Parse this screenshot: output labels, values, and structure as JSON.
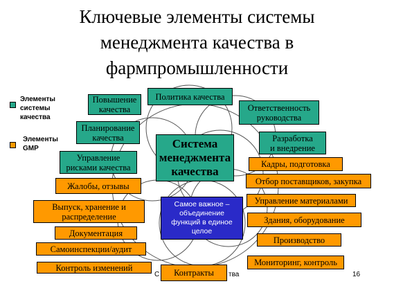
{
  "title": {
    "line1": "Ключевые элементы системы",
    "line2": "менеджмента качества в",
    "line3": "фармпромышленности"
  },
  "legend": {
    "quality": [
      "Элементы",
      "системы",
      "качества"
    ],
    "gmp": [
      "Элементы",
      "GMP"
    ]
  },
  "colors": {
    "teal": "#26a88a",
    "orange": "#ff9900",
    "blue": "#2a2ac8"
  },
  "center": [
    "Система",
    "менеджмента",
    "качества"
  ],
  "core": [
    "Самое важное –",
    "объединение",
    "функций  в единое",
    "целое"
  ],
  "quality_elements": {
    "policy": "Политика качества",
    "improvement": [
      "Повышение",
      "качества"
    ],
    "responsibility": [
      "Ответственность",
      "руководства"
    ],
    "planning": [
      "Планирование",
      "качества"
    ],
    "development": [
      "Разработка",
      "и внедрение"
    ],
    "risk": [
      "Управление",
      "рисками качества"
    ]
  },
  "gmp_elements": {
    "personnel": "Кадры, подготовка",
    "complaints": "Жалобы, отзывы",
    "suppliers": "Отбор поставщиков, закупка",
    "release": [
      "Выпуск, хранение и",
      "распределение"
    ],
    "materials": "Управление материалами",
    "buildings": "Здания, оборудование",
    "documentation": "Документация",
    "production": "Производство",
    "self_inspection": "Самоинспекции/аудит",
    "monitoring": "Мониторинг, контроль",
    "change_control": "Контроль изменений",
    "contracts": "Контракты"
  },
  "footer": {
    "left": "С",
    "right": "тва",
    "page": "16"
  }
}
